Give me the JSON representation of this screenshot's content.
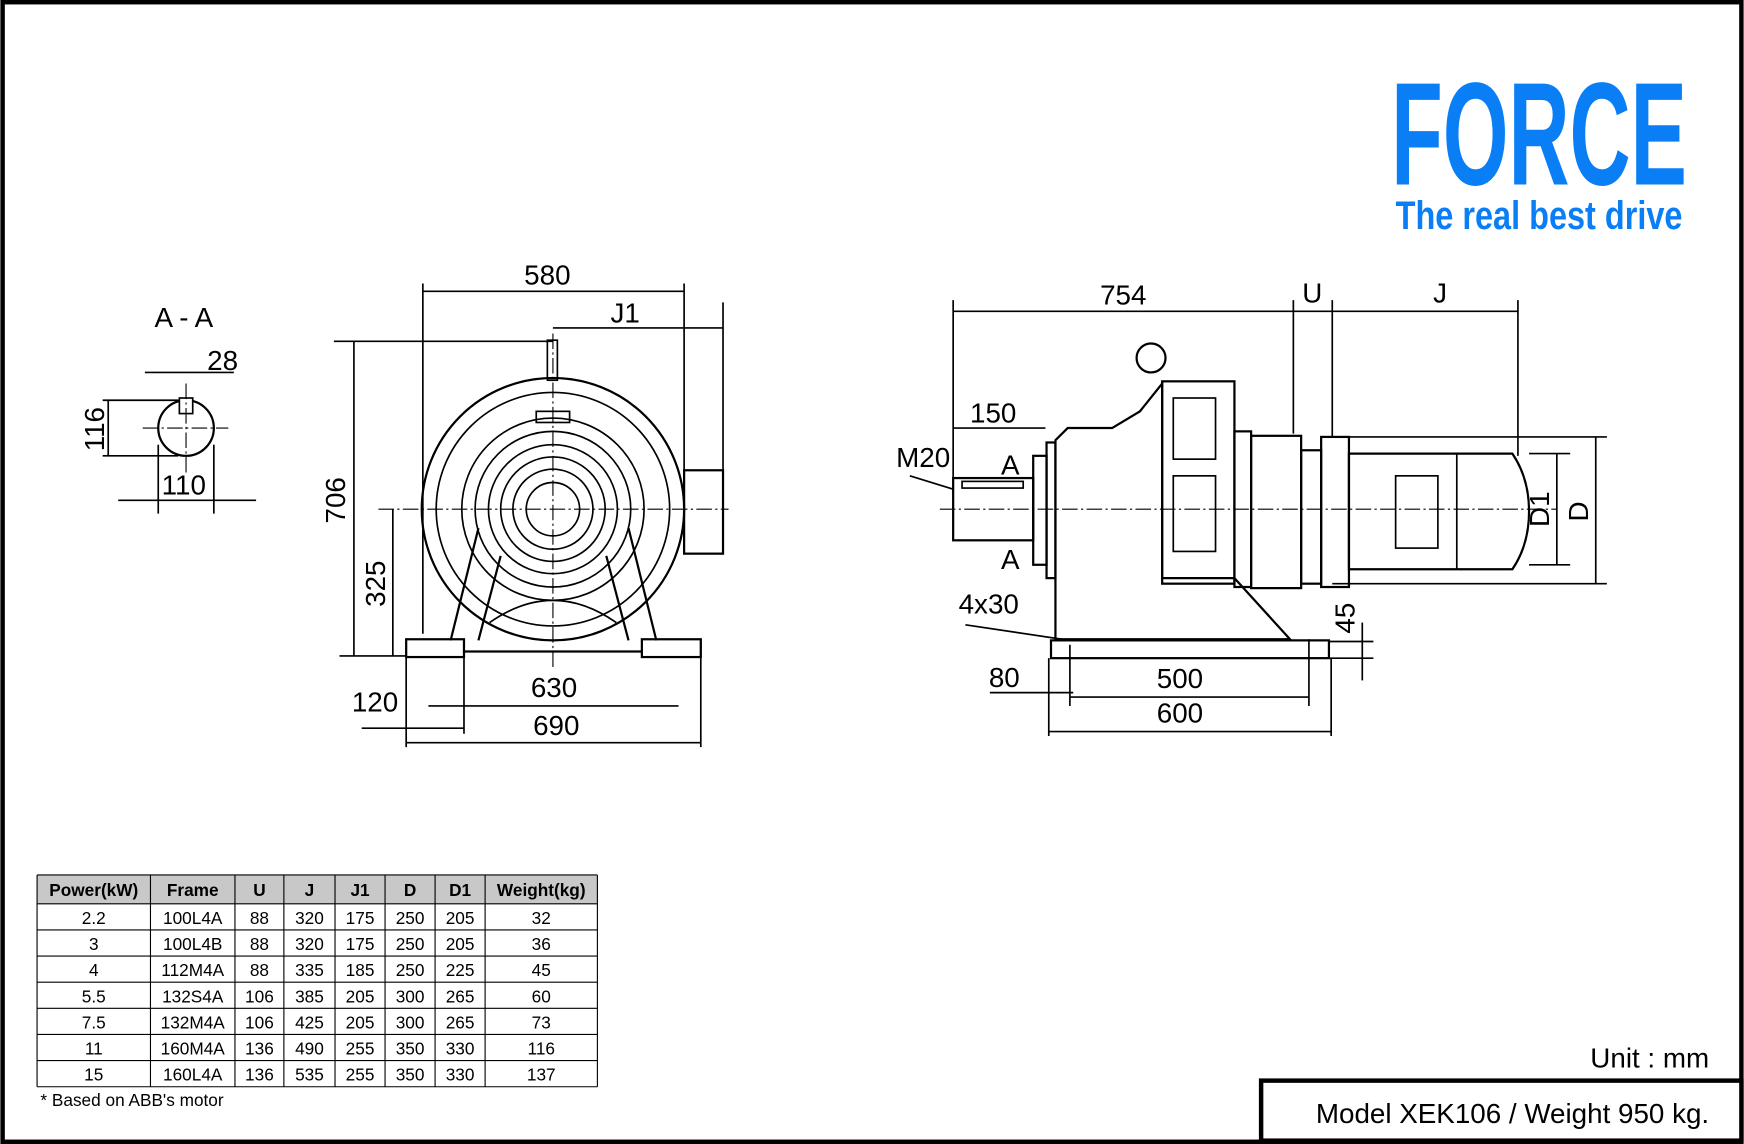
{
  "brand": {
    "name": "FORCE",
    "tagline": "The real best drive",
    "color": "#0a7ff5"
  },
  "section_label": "A - A",
  "section_dims": {
    "width": "28",
    "height": "116",
    "diameter": "110"
  },
  "front_view": {
    "top_width": "580",
    "j1": "J1",
    "height": "706",
    "shaft_height": "325",
    "foot_span": "630",
    "base_width": "690",
    "foot": "120"
  },
  "side_view": {
    "length": "754",
    "u": "U",
    "j": "J",
    "shaft_len": "150",
    "thread": "M20",
    "section_mark": "A",
    "holes": "4x30",
    "base_thickness": "45",
    "offset": "80",
    "hole_span": "500",
    "base_length": "600",
    "d1": "D1",
    "d": "D"
  },
  "table": {
    "headers": [
      "Power(kW)",
      "Frame",
      "U",
      "J",
      "J1",
      "D",
      "D1",
      "Weight(kg)"
    ],
    "rows": [
      [
        "2.2",
        "100L4A",
        "88",
        "320",
        "175",
        "250",
        "205",
        "32"
      ],
      [
        "3",
        "100L4B",
        "88",
        "320",
        "175",
        "250",
        "205",
        "36"
      ],
      [
        "4",
        "112M4A",
        "88",
        "335",
        "185",
        "250",
        "225",
        "45"
      ],
      [
        "5.5",
        "132S4A",
        "106",
        "385",
        "205",
        "300",
        "265",
        "60"
      ],
      [
        "7.5",
        "132M4A",
        "106",
        "425",
        "205",
        "300",
        "265",
        "73"
      ],
      [
        "11",
        "160M4A",
        "136",
        "490",
        "255",
        "350",
        "330",
        "116"
      ],
      [
        "15",
        "160L4A",
        "136",
        "535",
        "255",
        "350",
        "330",
        "137"
      ]
    ],
    "footnote": "* Based on ABB's motor"
  },
  "unit": "Unit : mm",
  "model_label": "Model XEK106 / Weight 950 kg."
}
